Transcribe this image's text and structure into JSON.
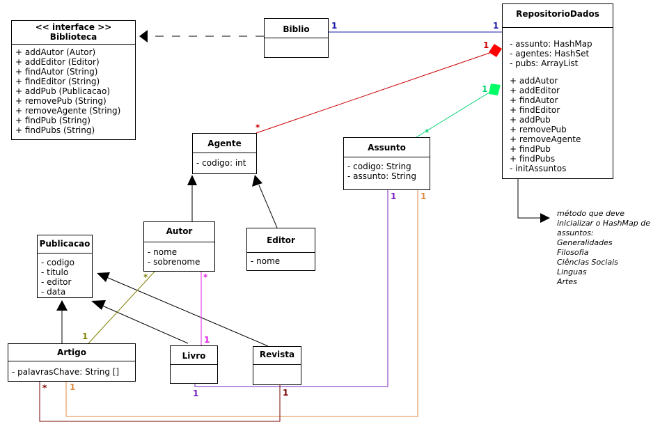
{
  "classes": {
    "biblioteca": {
      "stereotype": "<< interface >>",
      "name": "Biblioteca",
      "methods": [
        "+ addAutor (Autor)",
        "+ addEditor (Editor)",
        "+ findAutor (String)",
        "+ findEditor (String)",
        "+ addPub (Publicacao)",
        "+ removePub (String)",
        "+ removeAgente (String)",
        "+ findPub (String)",
        "+ findPubs (String)"
      ]
    },
    "biblio": {
      "name": "Biblio"
    },
    "repositorio": {
      "name": "RepositorioDados",
      "attributes": [
        "- assunto: HashMap",
        "- agentes: HashSet",
        "- pubs: ArrayList"
      ],
      "methods": [
        "+ addAutor",
        "+ addEditor",
        "+ findAutor",
        "+ findEditor",
        "+ addPub",
        "+ removePub",
        "+ removeAgente",
        "+ findPub",
        "+ findPubs",
        "- initAssuntos"
      ]
    },
    "agente": {
      "name": "Agente",
      "attributes": [
        "- codigo: int"
      ]
    },
    "assunto": {
      "name": "Assunto",
      "attributes": [
        "- codigo: String",
        "- assunto: String"
      ]
    },
    "autor": {
      "name": "Autor",
      "attributes": [
        "- nome",
        "- sobrenome"
      ]
    },
    "editor": {
      "name": "Editor",
      "attributes": [
        "- nome"
      ]
    },
    "publicacao": {
      "name": "Publicacao",
      "attributes": [
        "- codigo",
        "- titulo",
        "- editor",
        "- data"
      ]
    },
    "artigo": {
      "name": "Artigo",
      "attributes": [
        "- palavrasChave: String []"
      ]
    },
    "livro": {
      "name": "Livro"
    },
    "revista": {
      "name": "Revista"
    }
  },
  "multiplicities": {
    "biblio_repo_left": "1",
    "biblio_repo_right": "1",
    "repo_agente_repo": "1",
    "repo_agente_agente": "*",
    "repo_assunto_repo": "1",
    "repo_assunto_assunto": "*",
    "autor_artigo_autor": "*",
    "autor_artigo_artigo": "1",
    "autor_livro_autor": "*",
    "autor_livro_livro": "1",
    "assunto_livro_assunto": "1",
    "assunto_livro_livro": "1",
    "assunto_artigo_assunto": "1",
    "assunto_artigo_artigo": "1",
    "revista_artigo_artigo": "*",
    "revista_artigo_revista": "1"
  },
  "note": {
    "lines": [
      "método que deve",
      "inicializar o HashMap de",
      "assuntos:",
      "Generalidades",
      "Filosofia",
      "Ciências Sociais",
      "Linguas",
      "Artes"
    ]
  },
  "colors": {
    "biblio_repo": "#1a1aa8",
    "repo_agente": "#cc0000",
    "repo_assunto": "#00d070",
    "autor_artigo": "#808000",
    "autor_livro": "#e020e0",
    "assunto_livro": "#7a20c0",
    "assunto_artigo": "#e08a40",
    "revista_artigo": "#7a0000"
  }
}
